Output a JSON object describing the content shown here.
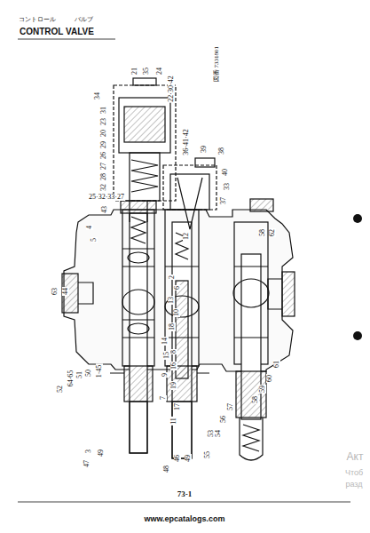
{
  "diagram": {
    "title": "CONTROL VALVE",
    "labels": [
      "コントロール",
      "バルブ",
      "21",
      "35",
      "24",
      "22·30·42",
      "34",
      "31",
      "23",
      "20",
      "29",
      "26",
      "27",
      "28",
      "32",
      "25·32·33·27",
      "43",
      "4",
      "5",
      "36·41·42",
      "39",
      "38",
      "40",
      "33",
      "37",
      "12",
      "58",
      "62",
      "63",
      "44",
      "2",
      "6",
      "13",
      "10",
      "18",
      "14",
      "8",
      "15",
      "16",
      "9",
      "19",
      "7",
      "17",
      "11",
      "52",
      "64·65",
      "51",
      "50",
      "1·45",
      "3",
      "49",
      "47",
      "48",
      "46",
      "49",
      "61",
      "60",
      "59",
      "58",
      "57",
      "56",
      "54",
      "53",
      "55",
      "図番 7331801",
      "73-1",
      "www.epcatalogs.com",
      "Акт",
      "Чтоб",
      "разд"
    ]
  }
}
